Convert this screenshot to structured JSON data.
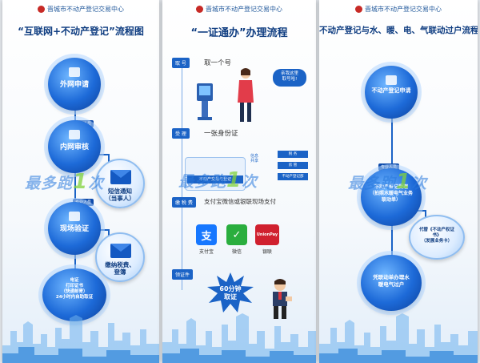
{
  "org": "晋城市不动产登记交易中心",
  "panel1": {
    "title": "“互联网+不动产登记”流程图",
    "steps": [
      "外网申请",
      "内网审核",
      "现场验证"
    ],
    "tags": [
      "专业人员",
      "专业人员",
      "专业人员"
    ],
    "branches": [
      "短信通知\n（当事人）",
      "缴纳税费、\n登簿"
    ],
    "final_lines": [
      "电证",
      "打印证书",
      "（快递邮寄）",
      "24小时内自助取证"
    ]
  },
  "watermark": {
    "text": "最多跑",
    "one": "1",
    "suffix": "次"
  },
  "panel2": {
    "title": "“一证通办”办理流程",
    "steps": [
      {
        "box": "取 号",
        "desc": "取一个号"
      },
      {
        "box": "受 理",
        "desc": "一张身份证"
      },
      {
        "box": "缴 税 费",
        "desc": "支付宝微信或银联现场支付"
      },
      {
        "box": "领证件",
        "desc": ""
      }
    ],
    "bubble": "亲我这里\n取号哈!",
    "desk_label": "不动产交易与登记",
    "side_text": "信息共享",
    "counters": [
      "税 务",
      "房 管",
      "不动产登记部"
    ],
    "payments": [
      {
        "name": "支付宝",
        "glyph": "支",
        "color": "#1677ff"
      },
      {
        "name": "微信",
        "glyph": "✓",
        "color": "#2aae3e"
      },
      {
        "name": "银联",
        "glyph": "UnionPay",
        "color": "#d0202e"
      }
    ],
    "burst_text": "60分钟\n取证"
  },
  "panel3": {
    "title": "不动产登记与水、暖、电、气联动过户流程图",
    "nodes": [
      "不动产登记申请",
      "不动产登记受理\n（拍照水暖电气业务\n联动单）",
      "凭联动单办理水\n暖电气过户"
    ],
    "tags": [
      "专业人员",
      "专业人员"
    ],
    "certs": [
      "代替《不动产权证书》\n（发展业务卡）"
    ]
  }
}
